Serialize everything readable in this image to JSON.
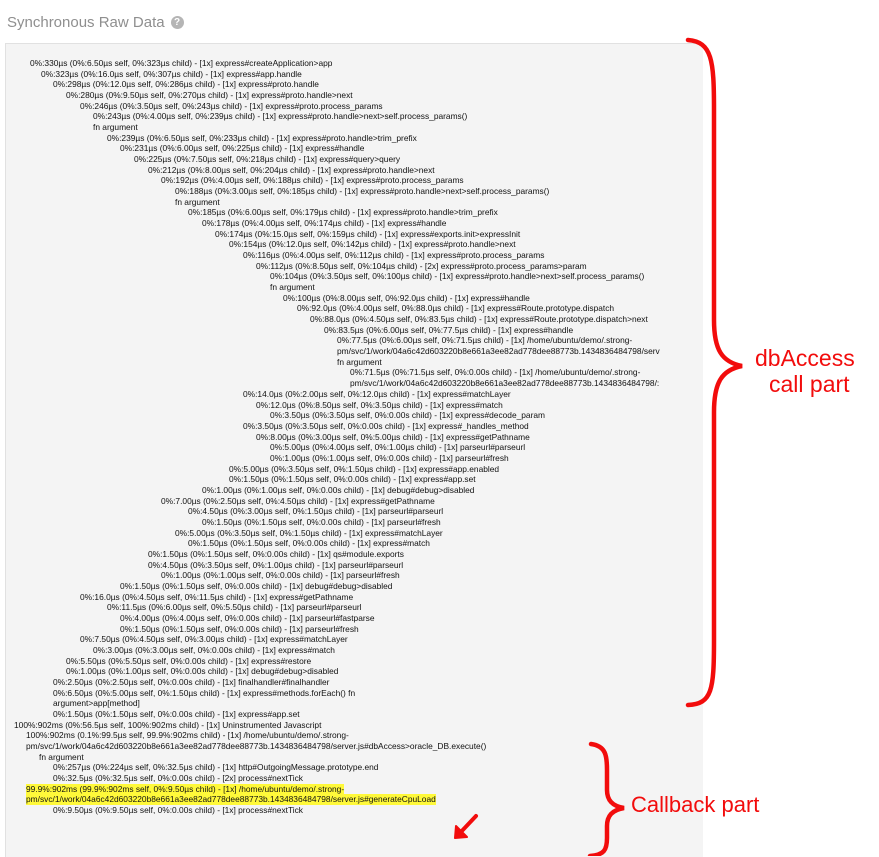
{
  "header": {
    "title": "Synchronous Raw Data",
    "help_icon": "?"
  },
  "annotations": {
    "dbaccess_line1": "dbAccess",
    "dbaccess_line2": "call part",
    "callback": "Callback part",
    "color": "#f20c0c",
    "highlight_color": "#fff93a"
  },
  "lines": [
    "0%:330µs (0%:6.50µs self, 0%:323µs child) - [1x] express#createApplication>app",
    "0%:323µs (0%:16.0µs self, 0%:307µs child) - [1x] express#app.handle",
    "0%:298µs (0%:12.0µs self, 0%:286µs child) - [1x] express#proto.handle",
    "0%:280µs (0%:9.50µs self, 0%:270µs child) - [1x] express#proto.handle>next",
    "0%:246µs (0%:3.50µs self, 0%:243µs child) - [1x] express#proto.process_params",
    "0%:243µs (0%:4.00µs self, 0%:239µs child) - [1x] express#proto.handle>next>self.process_params()",
    "fn argument",
    "0%:239µs (0%:6.50µs self, 0%:233µs child) - [1x] express#proto.handle>trim_prefix",
    "0%:231µs (0%:6.00µs self, 0%:225µs child) - [1x] express#handle",
    "0%:225µs (0%:7.50µs self, 0%:218µs child) - [1x] express#query>query",
    "0%:212µs (0%:8.00µs self, 0%:204µs child) - [1x] express#proto.handle>next",
    "0%:192µs (0%:4.00µs self, 0%:188µs child) - [1x] express#proto.process_params",
    "0%:188µs (0%:3.00µs self, 0%:185µs child) - [1x] express#proto.handle>next>self.process_params()",
    "fn argument",
    "0%:185µs (0%:6.00µs self, 0%:179µs child) - [1x] express#proto.handle>trim_prefix",
    "0%:178µs (0%:4.00µs self, 0%:174µs child) - [1x] express#handle",
    "0%:174µs (0%:15.0µs self, 0%:159µs child) - [1x] express#exports.init>expressInit",
    "0%:154µs (0%:12.0µs self, 0%:142µs child) - [1x] express#proto.handle>next",
    "0%:116µs (0%:4.00µs self, 0%:112µs child) - [1x] express#proto.process_params",
    "0%:112µs (0%:8.50µs self, 0%:104µs child) - [2x] express#proto.process_params>param",
    "0%:104µs (0%:3.50µs self, 0%:100µs child) - [1x] express#proto.handle>next>self.process_params()",
    "fn argument",
    "0%:100µs (0%:8.00µs self, 0%:92.0µs child) - [1x] express#handle",
    "0%:92.0µs (0%:4.00µs self, 0%:88.0µs child) - [1x] express#Route.prototype.dispatch",
    "0%:88.0µs (0%:4.50µs self, 0%:83.5µs child) - [1x] express#Route.prototype.dispatch>next",
    "0%:83.5µs (0%:6.00µs self, 0%:77.5µs child) - [1x] express#handle",
    "0%:77.5µs (0%:6.00µs self, 0%:71.5µs child) - [1x] /home/ubuntu/demo/.strong-",
    "pm/svc/1/work/04a6c42d603220b8e661a3ee82ad778dee88773b.1434836484798/serv",
    "fn argument",
    "0%:71.5µs (0%:71.5µs self, 0%:0.00s child) - [1x] /home/ubuntu/demo/.strong-",
    "pm/svc/1/work/04a6c42d603220b8e661a3ee82ad778dee88773b.1434836484798/:",
    "0%:14.0µs (0%:2.00µs self, 0%:12.0µs child) - [1x] express#matchLayer",
    "0%:12.0µs (0%:8.50µs self, 0%:3.50µs child) - [1x] express#match",
    "0%:3.50µs (0%:3.50µs self, 0%:0.00s child) - [1x] express#decode_param",
    "0%:3.50µs (0%:3.50µs self, 0%:0.00s child) - [1x] express#_handles_method",
    "0%:8.00µs (0%:3.00µs self, 0%:5.00µs child) - [1x] express#getPathname",
    "0%:5.00µs (0%:4.00µs self, 0%:1.00µs child) - [1x] parseurl#parseurl",
    "0%:1.00µs (0%:1.00µs self, 0%:0.00s child) - [1x] parseurl#fresh",
    "0%:5.00µs (0%:3.50µs self, 0%:1.50µs child) - [1x] express#app.enabled",
    "0%:1.50µs (0%:1.50µs self, 0%:0.00s child) - [1x] express#app.set",
    "0%:1.00µs (0%:1.00µs self, 0%:0.00s child) - [1x] debug#debug>disabled",
    "0%:7.00µs (0%:2.50µs self, 0%:4.50µs child) - [1x] express#getPathname",
    "0%:4.50µs (0%:3.00µs self, 0%:1.50µs child) - [1x] parseurl#parseurl",
    "0%:1.50µs (0%:1.50µs self, 0%:0.00s child) - [1x] parseurl#fresh",
    "0%:5.00µs (0%:3.50µs self, 0%:1.50µs child) - [1x] express#matchLayer",
    "0%:1.50µs (0%:1.50µs self, 0%:0.00s child) - [1x] express#match",
    "0%:1.50µs (0%:1.50µs self, 0%:0.00s child) - [1x] qs#module.exports",
    "0%:4.50µs (0%:3.50µs self, 0%:1.00µs child) - [1x] parseurl#parseurl",
    "0%:1.00µs (0%:1.00µs self, 0%:0.00s child) - [1x] parseurl#fresh",
    "0%:1.50µs (0%:1.50µs self, 0%:0.00s child) - [1x] debug#debug>disabled",
    "0%:16.0µs (0%:4.50µs self, 0%:11.5µs child) - [1x] express#getPathname",
    "0%:11.5µs (0%:6.00µs self, 0%:5.50µs child) - [1x] parseurl#parseurl",
    "0%:4.00µs (0%:4.00µs self, 0%:0.00s child) - [1x] parseurl#fastparse",
    "0%:1.50µs (0%:1.50µs self, 0%:0.00s child) - [1x] parseurl#fresh",
    "0%:7.50µs (0%:4.50µs self, 0%:3.00µs child) - [1x] express#matchLayer",
    "0%:3.00µs (0%:3.00µs self, 0%:0.00s child) - [1x] express#match",
    "0%:5.50µs (0%:5.50µs self, 0%:0.00s child) - [1x] express#restore",
    "0%:1.00µs (0%:1.00µs self, 0%:0.00s child) - [1x] debug#debug>disabled",
    "0%:2.50µs (0%:2.50µs self, 0%:0.00s child) - [1x] finalhandler#finalhandler",
    "0%:6.50µs (0%:5.00µs self, 0%:1.50µs child) - [1x] express#methods.forEach() fn",
    "argument>app[method]",
    "0%:1.50µs (0%:1.50µs self, 0%:0.00s child) - [1x] express#app.set",
    "100%:902ms (0%:56.5µs self, 100%:902ms child) - [1x] Uninstrumented Javascript",
    "100%:902ms (0.1%:99.5µs self, 99.9%:902ms child) - [1x] /home/ubuntu/demo/.strong-",
    "pm/svc/1/work/04a6c42d603220b8e661a3ee82ad778dee88773b.1434836484798/server.js#dbAccess>oracle_DB.execute()",
    "fn argument",
    "0%:257µs (0%:224µs self, 0%:32.5µs child) - [1x] http#OutgoingMessage.prototype.end",
    "0%:32.5µs (0%:32.5µs self, 0%:0.00s child) - [2x] process#nextTick",
    "99.9%:902ms (99.9%:902ms self, 0%:9.50µs child) - [1x] /home/ubuntu/demo/.strong-",
    "pm/svc/1/work/04a6c42d603220b8e661a3ee82ad778dee88773b.1434836484798/server.js#generateCpuLoad",
    "0%:9.50µs (0%:9.50µs self, 0%:0.00s child) - [1x] process#nextTick"
  ]
}
